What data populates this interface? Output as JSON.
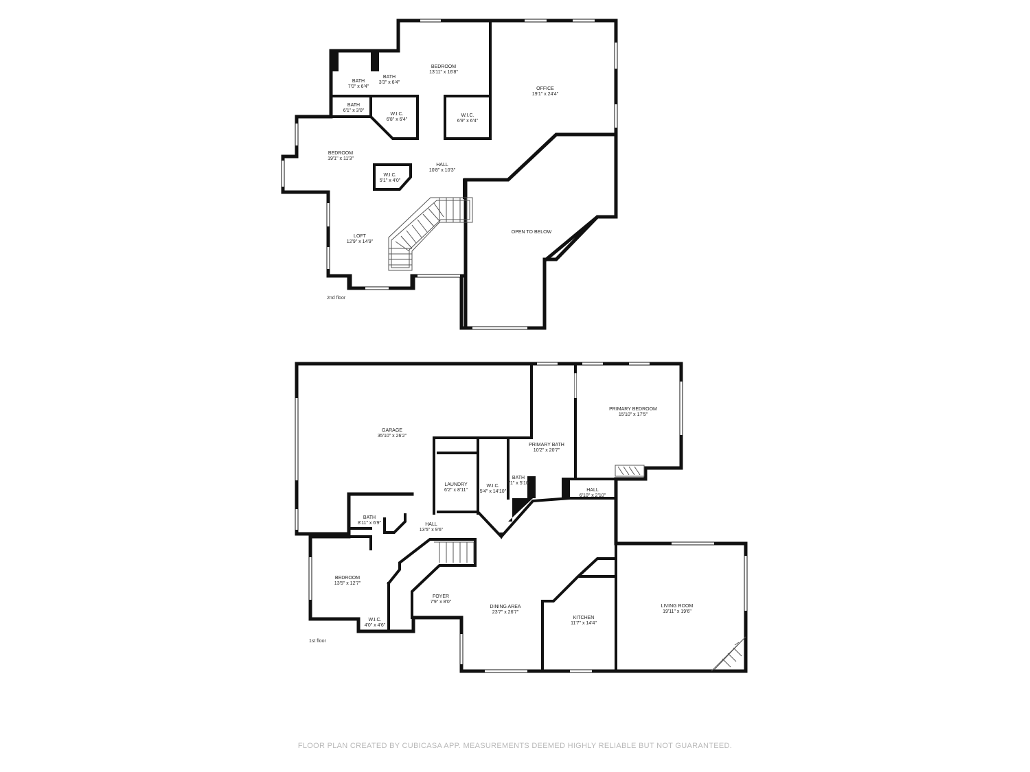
{
  "floors": [
    {
      "label": "2nd floor",
      "rooms": [
        {
          "name": "BATH",
          "size": "7'0\" x 6'4\""
        },
        {
          "name": "BATH",
          "size": "3'3\" x 6'4\""
        },
        {
          "name": "BEDROOM",
          "size": "13'11\" x 16'8\""
        },
        {
          "name": "OFFICE",
          "size": "19'1\" x 24'4\""
        },
        {
          "name": "BATH",
          "size": "6'1\" x 3'0\""
        },
        {
          "name": "W.I.C.",
          "size": "6'8\" x 6'4\""
        },
        {
          "name": "W.I.C.",
          "size": "6'9\" x 6'4\""
        },
        {
          "name": "BEDROOM",
          "size": "19'1\" x 11'3\""
        },
        {
          "name": "HALL",
          "size": "10'8\" x 10'3\""
        },
        {
          "name": "W.I.C.",
          "size": "5'1\" x 4'0\""
        },
        {
          "name": "LOFT",
          "size": "12'9\" x 14'9\""
        },
        {
          "name": "OPEN TO BELOW",
          "size": ""
        }
      ]
    },
    {
      "label": "1st floor",
      "rooms": [
        {
          "name": "GARAGE",
          "size": "35'10\" x 26'2\""
        },
        {
          "name": "PRIMARY BEDROOM",
          "size": "15'10\" x 17'5\""
        },
        {
          "name": "PRIMARY BATH",
          "size": "10'2\" x 20'7\""
        },
        {
          "name": "LAUNDRY",
          "size": "6'2\" x 8'11\""
        },
        {
          "name": "W.I.C.",
          "size": "5'4\" x 14'10\""
        },
        {
          "name": "BATH",
          "size": "7'1\" x 5'10\""
        },
        {
          "name": "HALL",
          "size": "6'10\" x 2'10\""
        },
        {
          "name": "BATH",
          "size": "8'11\" x 6'9\""
        },
        {
          "name": "HALL",
          "size": "13'5\" x 9'6\""
        },
        {
          "name": "BEDROOM",
          "size": "13'5\" x 12'7\""
        },
        {
          "name": "FOYER",
          "size": "7'9\" x 8'0\""
        },
        {
          "name": "DINING AREA",
          "size": "23'7\" x 26'7\""
        },
        {
          "name": "KITCHEN",
          "size": "11'7\" x 14'4\""
        },
        {
          "name": "LIVING ROOM",
          "size": "19'11\" x 19'6\""
        },
        {
          "name": "W.I.C.",
          "size": "4'0\" x 4'6\""
        }
      ]
    }
  ],
  "footer": "FLOOR PLAN CREATED BY CUBICASA APP. MEASUREMENTS DEEMED HIGHLY RELIABLE BUT NOT GUARANTEED."
}
